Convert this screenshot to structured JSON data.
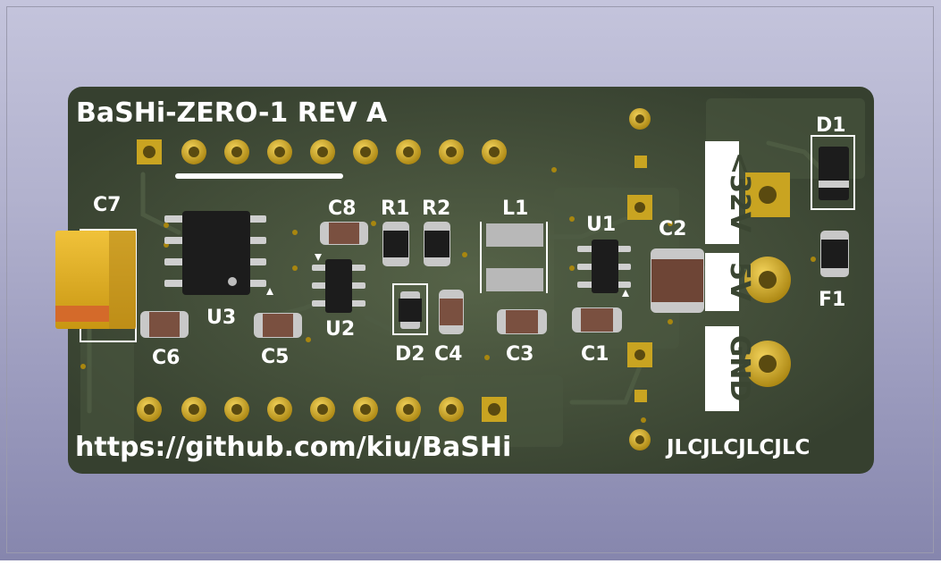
{
  "board": {
    "title": "BaSHi-ZERO-1 REV A",
    "url": "https://github.com/kiu/BaSHi",
    "fab_marker": "JLCJLCJLCJLC"
  },
  "silkscreen": {
    "c7": "C7",
    "c8": "C8",
    "r1": "R1",
    "r2": "R2",
    "l1": "L1",
    "u1": "U1",
    "c2": "C2",
    "d1": "D1",
    "f1": "F1",
    "u3": "U3",
    "u2": "U2",
    "c6": "C6",
    "c5": "C5",
    "d2": "D2",
    "c4": "C4",
    "c3": "C3",
    "c1": "C1"
  },
  "power_labels": {
    "vin": "<32V",
    "v5": "5V",
    "gnd": "GND"
  },
  "colors": {
    "background_top": "#c4c4dc",
    "background_bottom": "#8686ad",
    "pcb": "#3b4632",
    "copper_pour": "#46523c",
    "pad_gold": "#c9a421",
    "silkscreen": "#ffffff",
    "tantalum_cap": "#dcae1e",
    "tantalum_stripe": "#d46a2a"
  }
}
